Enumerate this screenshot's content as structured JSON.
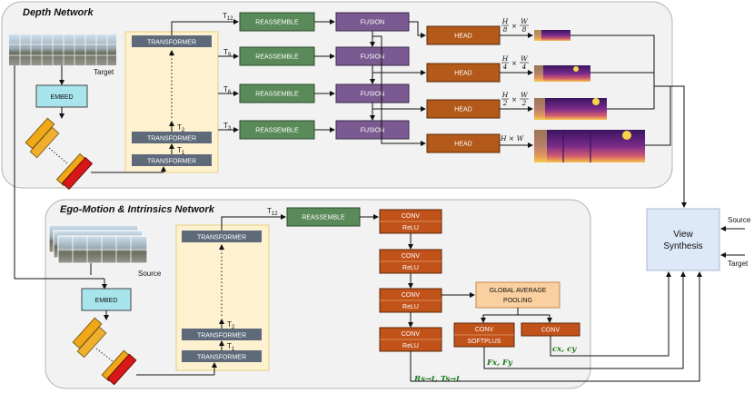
{
  "depth": {
    "title": "Depth Network",
    "target_label": "Target",
    "embed": "EMBED",
    "transformer": "TRANSFORMER",
    "t_labels": {
      "t12": "T",
      "t12_sub": "12",
      "t9": "T",
      "t9_sub": "9",
      "t6": "T",
      "t6_sub": "6",
      "t3": "T",
      "t3_sub": "3",
      "t2": "T",
      "t2_sub": "2",
      "t1": "T",
      "t1_sub": "1"
    },
    "reassemble": "REASSEMBLE",
    "fusion": "FUSION",
    "head": "HEAD",
    "scales": [
      {
        "num": "H",
        "den": "8",
        "times": "×",
        "num2": "W",
        "den2": "8"
      },
      {
        "num": "H",
        "den": "4",
        "times": "×",
        "num2": "W",
        "den2": "4"
      },
      {
        "num": "H",
        "den": "2",
        "times": "×",
        "num2": "W",
        "den2": "2"
      }
    ],
    "full_scale": "H × W"
  },
  "ego": {
    "title": "Ego-Motion & Intrinsics Network",
    "source_label": "Source",
    "embed": "EMBED",
    "transformer": "TRANSFORMER",
    "t12": "T",
    "t12_sub": "12",
    "t2": "T",
    "t2_sub": "2",
    "t1": "T",
    "t1_sub": "1",
    "reassemble": "REASSEMBLE",
    "conv": "CONV",
    "relu": "ReLU",
    "softplus": "SOFTPLUS",
    "gap_line1": "GLOBAL AVERAGE",
    "gap_line2": "POOLING",
    "fxfy": "Fx, Fy",
    "cxcy": "cx, cy",
    "rt": "Rs→t, Ts→t"
  },
  "view": {
    "line1": "View",
    "line2": "Synthesis",
    "source": "Source",
    "target": "Target"
  },
  "colors": {
    "panel": "#f2f2f2",
    "transformer_bg": "#fdf1cf",
    "transformer_block": "#5e6a7a",
    "embed": "#a8e4ec",
    "reassemble": "#5a8a5a",
    "fusion": "#7a5a90",
    "head": "#b35a1a",
    "conv": "#c0521a",
    "gap": "#fad0a0",
    "view": "#dde8f8",
    "patch_orange": "#f0a818",
    "patch_red": "#d81818"
  }
}
